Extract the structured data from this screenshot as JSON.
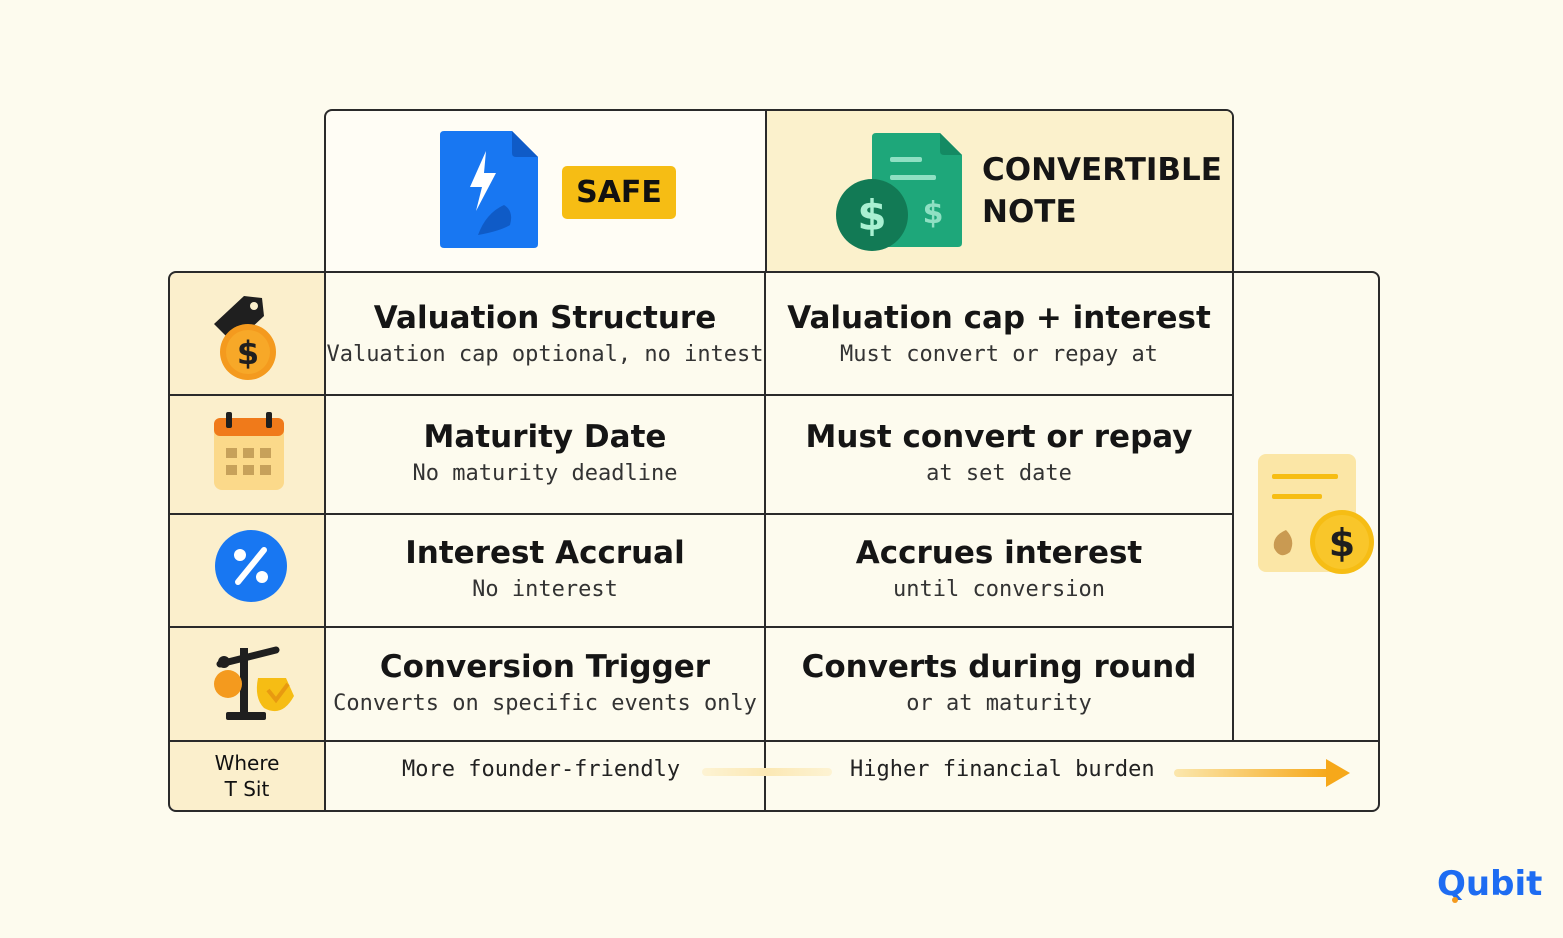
{
  "header": {
    "safe_label": "SAFE",
    "note_label_line1": "CONVERTIBLE",
    "note_label_line2": "NOTE"
  },
  "rows": [
    {
      "icon": "price-tag-dollar-icon",
      "safe_title": "Valuation Structure",
      "safe_sub": "Valuation cap optional, no intest",
      "note_title": "Valuation cap + interest",
      "note_sub": "Must convert or repay at"
    },
    {
      "icon": "calendar-icon",
      "safe_title": "Maturity Date",
      "safe_sub": "No maturity deadline",
      "note_title": "Must convert or repay",
      "note_sub": "at set date"
    },
    {
      "icon": "percent-icon",
      "safe_title": "Interest Accrual",
      "safe_sub": "No interest",
      "note_title": "Accrues interest",
      "note_sub": "until conversion"
    },
    {
      "icon": "scale-icon",
      "safe_title": "Conversion Trigger",
      "safe_sub": "Converts on specific events only",
      "note_title": "Converts during round",
      "note_sub": "or at maturity"
    }
  ],
  "footer": {
    "where_line1": "Where",
    "where_line2": "T Sit",
    "left_text": "More founder-friendly",
    "right_text": "Higher financial burden"
  },
  "brand": "Qubit",
  "colors": {
    "background": "#fdfbee",
    "accent_yellow": "#f6bd14",
    "safe_blue": "#1877f2",
    "note_green": "#1ea77a",
    "brand_blue": "#1e6cf2"
  }
}
